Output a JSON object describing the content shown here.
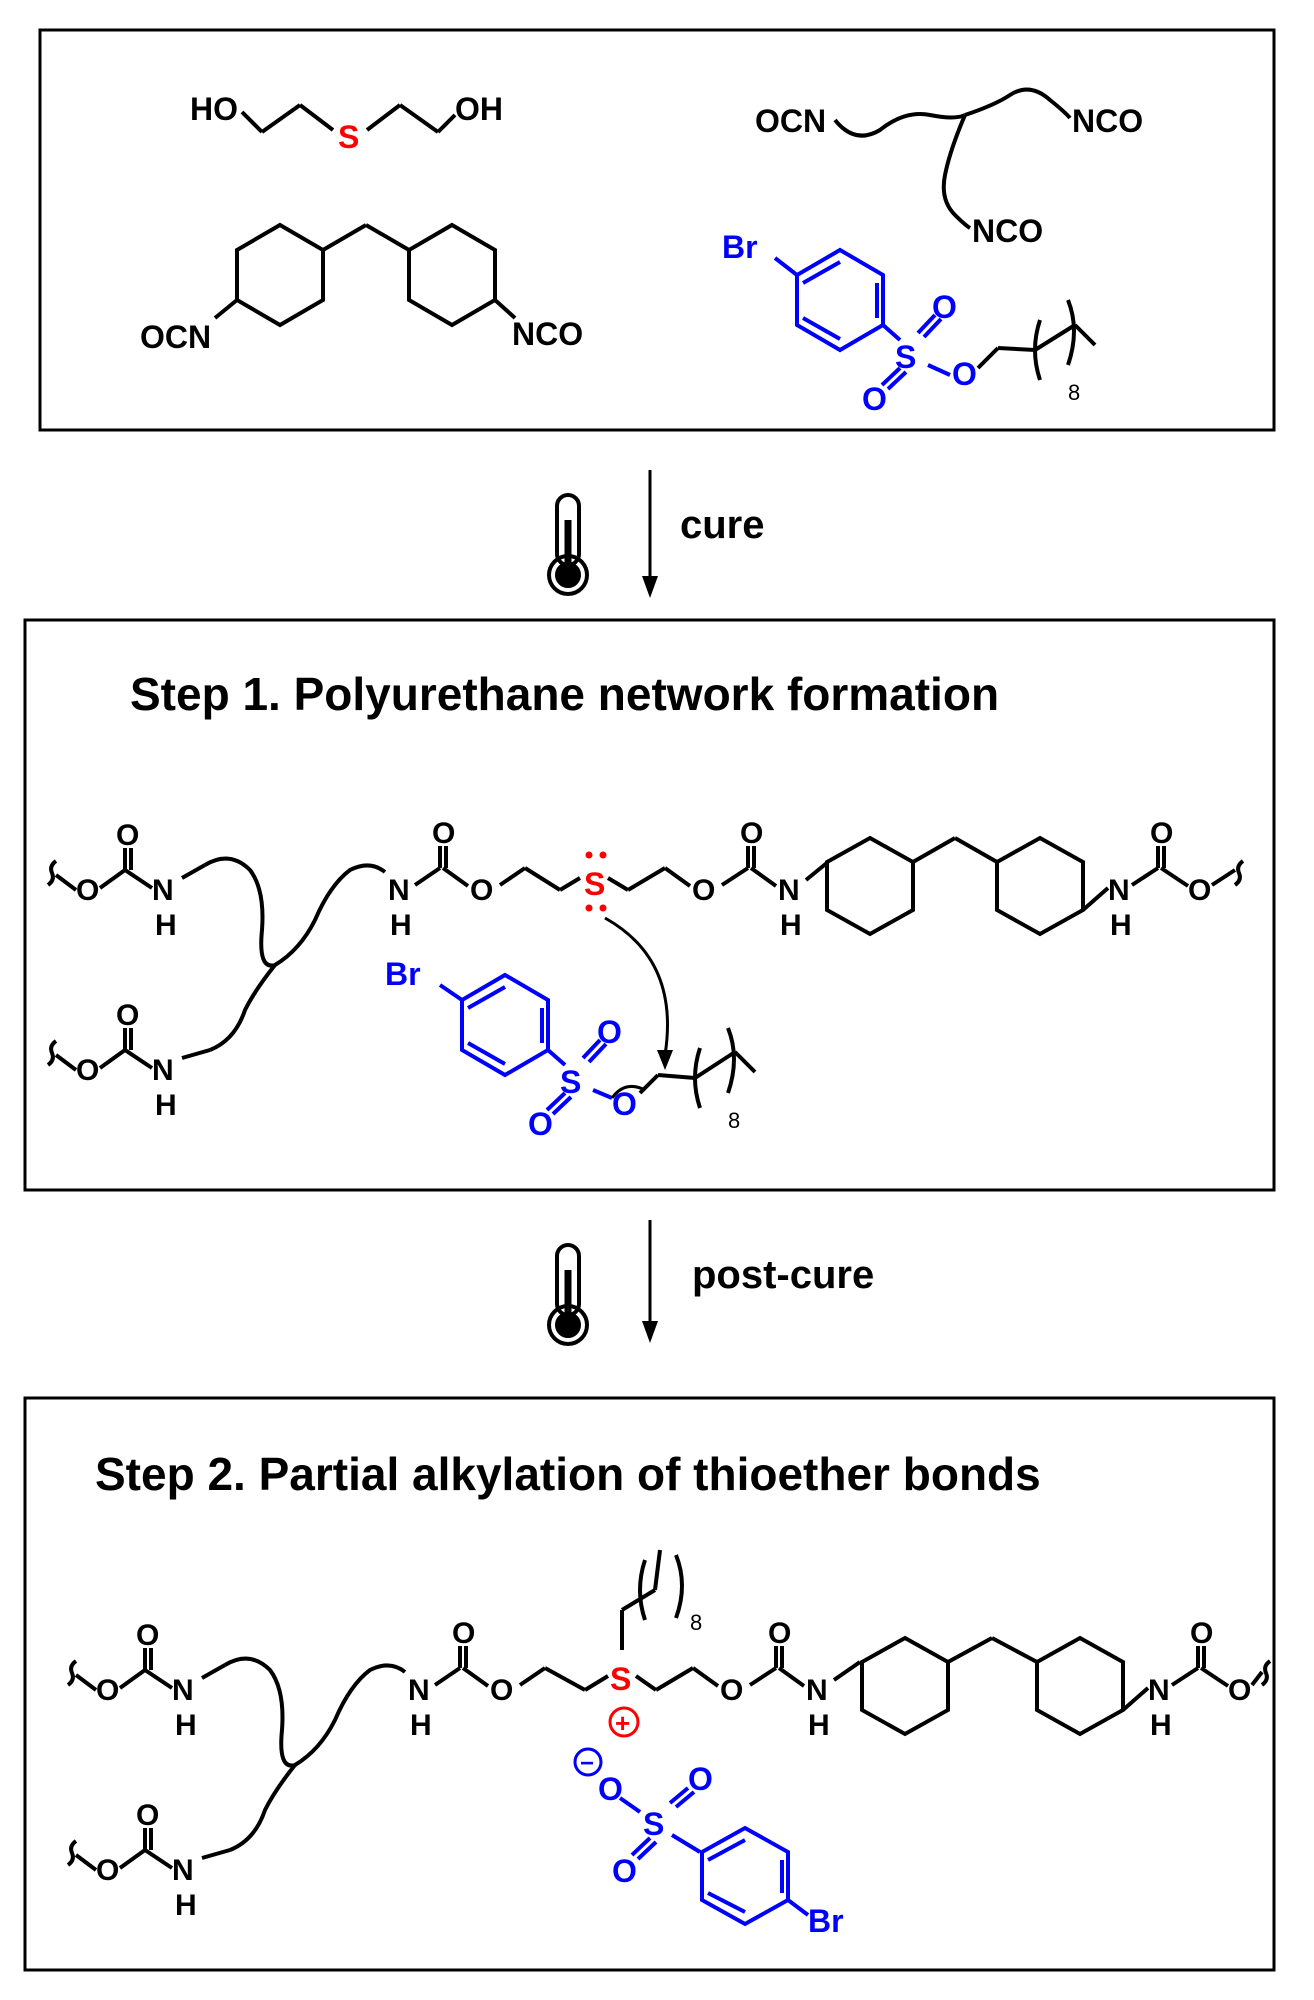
{
  "panel1": {
    "atoms": {
      "ho_left": "HO",
      "oh_right": "OH",
      "s_center": "S",
      "ocn_tri_left": "OCN",
      "nco_tri_right": "NCO",
      "nco_tri_bottom": "NCO",
      "ocn_dicyclo": "OCN",
      "nco_dicyclo": "NCO",
      "br": "Br",
      "s_sulfonyl": "S",
      "o_sulfonyl_top": "O",
      "o_sulfonyl_bottom": "O",
      "o_ester": "O",
      "subscript": "8"
    }
  },
  "arrow1": {
    "label": "cure"
  },
  "panel2": {
    "title": "Step 1. Polyurethane network formation",
    "atoms": {
      "o": "O",
      "nh_n": "N",
      "nh_h": "H",
      "s": "S",
      "br": "Br",
      "subscript": "8"
    }
  },
  "arrow2": {
    "label": "post-cure"
  },
  "panel3": {
    "title": "Step 2. Partial alkylation of thioether bonds",
    "atoms": {
      "o": "O",
      "nh_n": "N",
      "nh_h": "H",
      "s": "S",
      "br": "Br",
      "subscript": "8",
      "plus": "+",
      "minus": "−"
    }
  },
  "colors": {
    "bond": "#000000",
    "sulfur_highlight": "#ff0000",
    "reagent": "#0000ff"
  }
}
